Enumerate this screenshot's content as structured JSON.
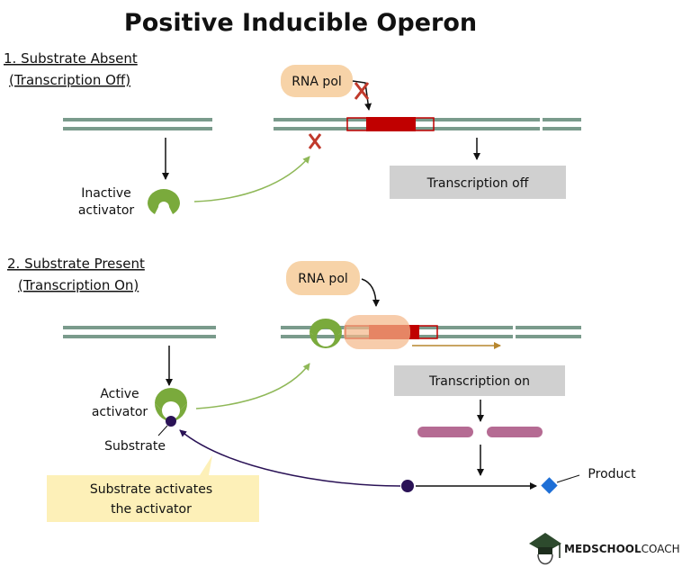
{
  "title": "Positive Inducible Operon",
  "section1": {
    "heading": "1. Substrate Absent",
    "subheading": "(Transcription Off)",
    "rna_pol": "RNA pol",
    "activator_label_line1": "Inactive",
    "activator_label_line2": "activator",
    "status_box": "Transcription off"
  },
  "section2": {
    "heading": "2. Substrate Present",
    "subheading": "(Transcription On)",
    "rna_pol": "RNA pol",
    "activator_label_line1": "Active",
    "activator_label_line2": "activator",
    "substrate_label": "Substrate",
    "status_box": "Transcription on",
    "callout_line1": "Substrate activates",
    "callout_line2": "the activator",
    "product_label": "Product"
  },
  "logo": {
    "name_bold": "MEDSCHOOL",
    "name_regular": "COACH"
  },
  "colors": {
    "dna": "#7a9b8c",
    "operator_red": "#c00000",
    "activator_green": "#7aaa3c",
    "rna_pol_bubble": "#f7d3a8",
    "status_box": "#d0d0d0",
    "mrna": "#b56b93",
    "substrate": "#2a1256",
    "product": "#1e6fd6",
    "callout": "#fdf0b8",
    "green_arrow": "#8fb858",
    "transcript_arrow": "#b7862e"
  },
  "icons": {
    "blocked": "red-x-icon",
    "logo": "graduation-cap-icon"
  }
}
